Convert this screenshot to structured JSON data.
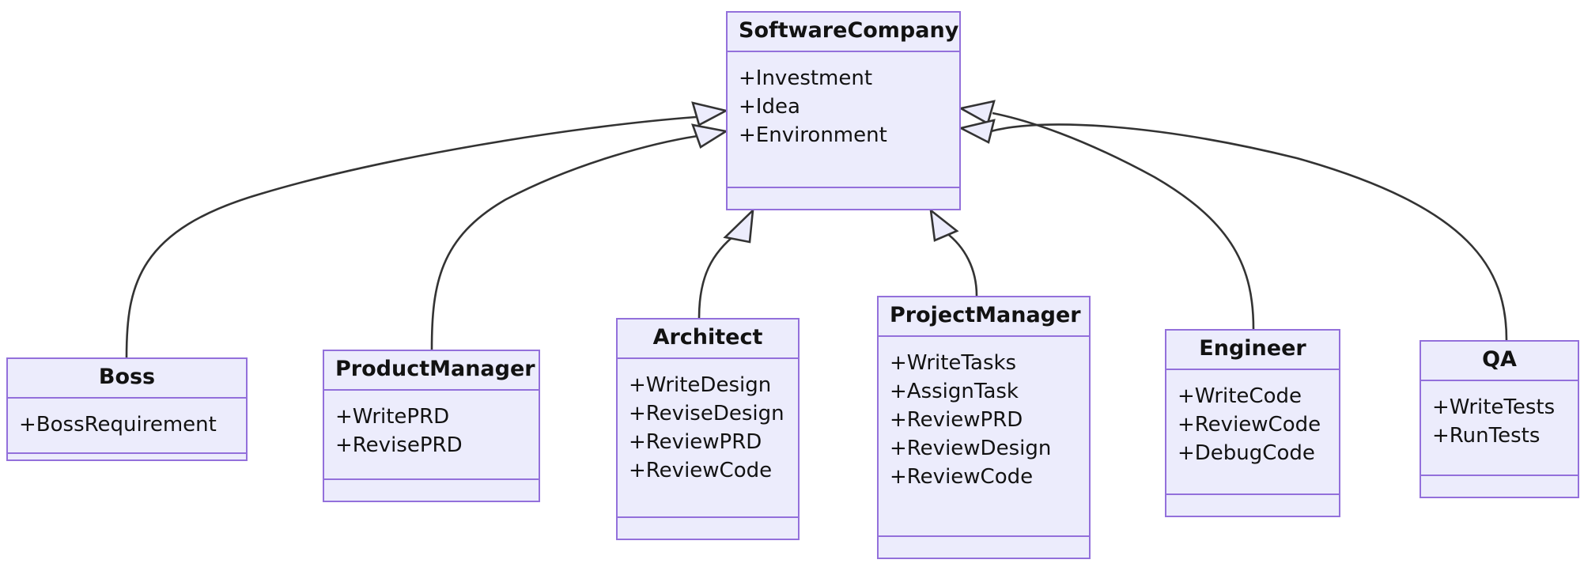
{
  "diagram": {
    "kind": "uml-class-diagram",
    "relationship": "generalization",
    "colors": {
      "box_fill": "#ECECFC",
      "box_border": "#9370DB",
      "edge_stroke": "#333333",
      "text": "#121212",
      "background": "#ffffff"
    }
  },
  "classes": [
    {
      "id": "software-company",
      "name": "SoftwareCompany",
      "attributes": [
        "+Investment",
        "+Idea",
        "+Environment"
      ],
      "methods": []
    },
    {
      "id": "boss",
      "name": "Boss",
      "attributes": [
        "+BossRequirement"
      ],
      "methods": []
    },
    {
      "id": "product-manager",
      "name": "ProductManager",
      "attributes": [
        "+WritePRD",
        "+RevisePRD"
      ],
      "methods": []
    },
    {
      "id": "architect",
      "name": "Architect",
      "attributes": [
        "+WriteDesign",
        "+ReviseDesign",
        "+ReviewPRD",
        "+ReviewCode"
      ],
      "methods": []
    },
    {
      "id": "project-manager",
      "name": "ProjectManager",
      "attributes": [
        "+WriteTasks",
        "+AssignTask",
        "+ReviewPRD",
        "+ReviewDesign",
        "+ReviewCode"
      ],
      "methods": []
    },
    {
      "id": "engineer",
      "name": "Engineer",
      "attributes": [
        "+WriteCode",
        "+ReviewCode",
        "+DebugCode"
      ],
      "methods": []
    },
    {
      "id": "qa",
      "name": "QA",
      "attributes": [
        "+WriteTests",
        "+RunTests"
      ],
      "methods": []
    }
  ],
  "edges": [
    {
      "from": "boss",
      "to": "software-company",
      "type": "generalization"
    },
    {
      "from": "product-manager",
      "to": "software-company",
      "type": "generalization"
    },
    {
      "from": "architect",
      "to": "software-company",
      "type": "generalization"
    },
    {
      "from": "project-manager",
      "to": "software-company",
      "type": "generalization"
    },
    {
      "from": "engineer",
      "to": "software-company",
      "type": "generalization"
    },
    {
      "from": "qa",
      "to": "software-company",
      "type": "generalization"
    }
  ]
}
